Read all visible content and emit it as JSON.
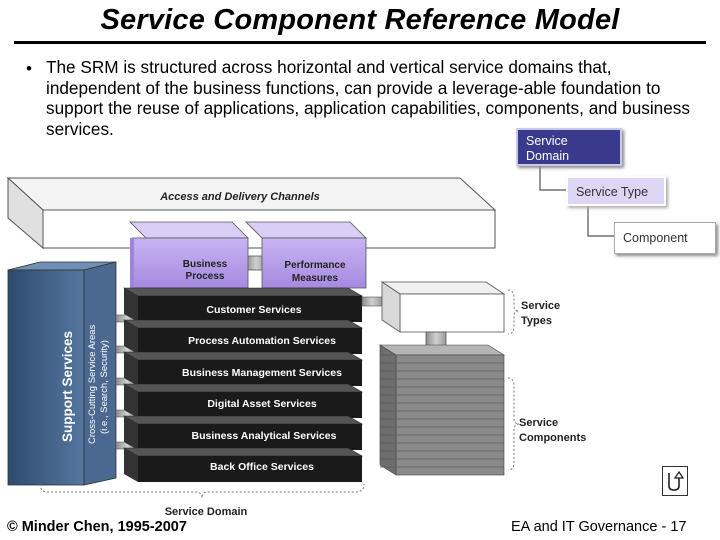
{
  "title": "Service Component Reference Model",
  "bullet": "The SRM is structured across horizontal and vertical service domains that, independent of the business functions, can provide a leverage-able foundation to support the reuse of applications, application capabilities, components, and business services.",
  "key": {
    "domain": "Service Domain",
    "type": "Service Type",
    "component": "Component"
  },
  "diagram": {
    "access_channels": "Access and Delivery Channels",
    "business_process": "Business Process",
    "performance_measures": "Performance Measures",
    "layers": [
      "Customer Services",
      "Process Automation Services",
      "Business Management Services",
      "Digital Asset Services",
      "Business Analytical Services",
      "Back Office Services"
    ],
    "support_services": "Support Services",
    "cross_cutting_line1": "Cross-Cutting Service Areas",
    "cross_cutting_line2": "(i.e., Search, Security)",
    "service_types": "Service Types",
    "service_components": "Service Components",
    "service_domain": "Service Domain"
  },
  "footer": {
    "copyright": "© Minder Chen, 1995-2007",
    "slide": "EA and IT Governance - 17"
  },
  "colors": {
    "support_blue": "#3d5a80",
    "layer_black": "#1a1a1a",
    "box_purple": "#b49ce6",
    "domain_navy": "#3a3a8c"
  }
}
